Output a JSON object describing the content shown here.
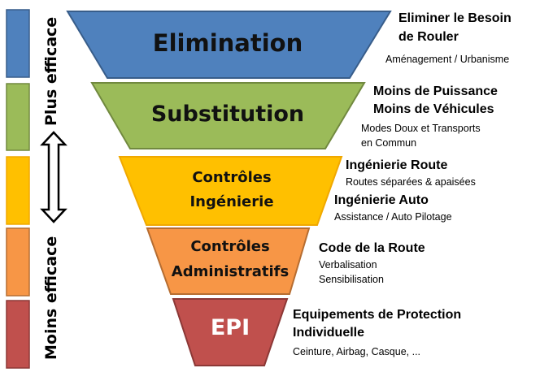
{
  "colors": {
    "elimination": "#4f81bd",
    "substitution": "#9bbb59",
    "engineering": "#ffc000",
    "administrative": "#f79646",
    "ppe": "#c0504d"
  },
  "scale": {
    "top_label": "Plus efficace",
    "bottom_label": "Moins efficace",
    "arrow_icon": "double-arrow-vertical"
  },
  "levels": [
    {
      "label": "Elimination"
    },
    {
      "label": "Substitution"
    },
    {
      "label_line1": "Contrôles",
      "label_line2": "Ingénierie"
    },
    {
      "label_line1": "Contrôles",
      "label_line2": "Administratifs"
    },
    {
      "label": "EPI"
    }
  ],
  "descriptions": {
    "elimination": {
      "title_line1": "Eliminer le Besoin",
      "title_line2": "de Rouler",
      "detail": "Aménagement / Urbanisme"
    },
    "substitution": {
      "title_line1": "Moins de Puissance",
      "title_line2": "Moins de Véhicules",
      "detail_line1": "Modes Doux et Transports",
      "detail_line2": "en Commun"
    },
    "engineering": {
      "title1": "Ingénierie Route",
      "detail1": "Routes séparées & apaisées",
      "title2": "Ingénierie Auto",
      "detail2": "Assistance / Auto Pilotage"
    },
    "administrative": {
      "title": "Code de la Route",
      "detail_line1": "Verbalisation",
      "detail_line2": "Sensibilisation"
    },
    "ppe": {
      "title_line1": "Equipements de Protection",
      "title_line2": "Individuelle",
      "detail": "Ceinture, Airbag, Casque, ..."
    }
  }
}
